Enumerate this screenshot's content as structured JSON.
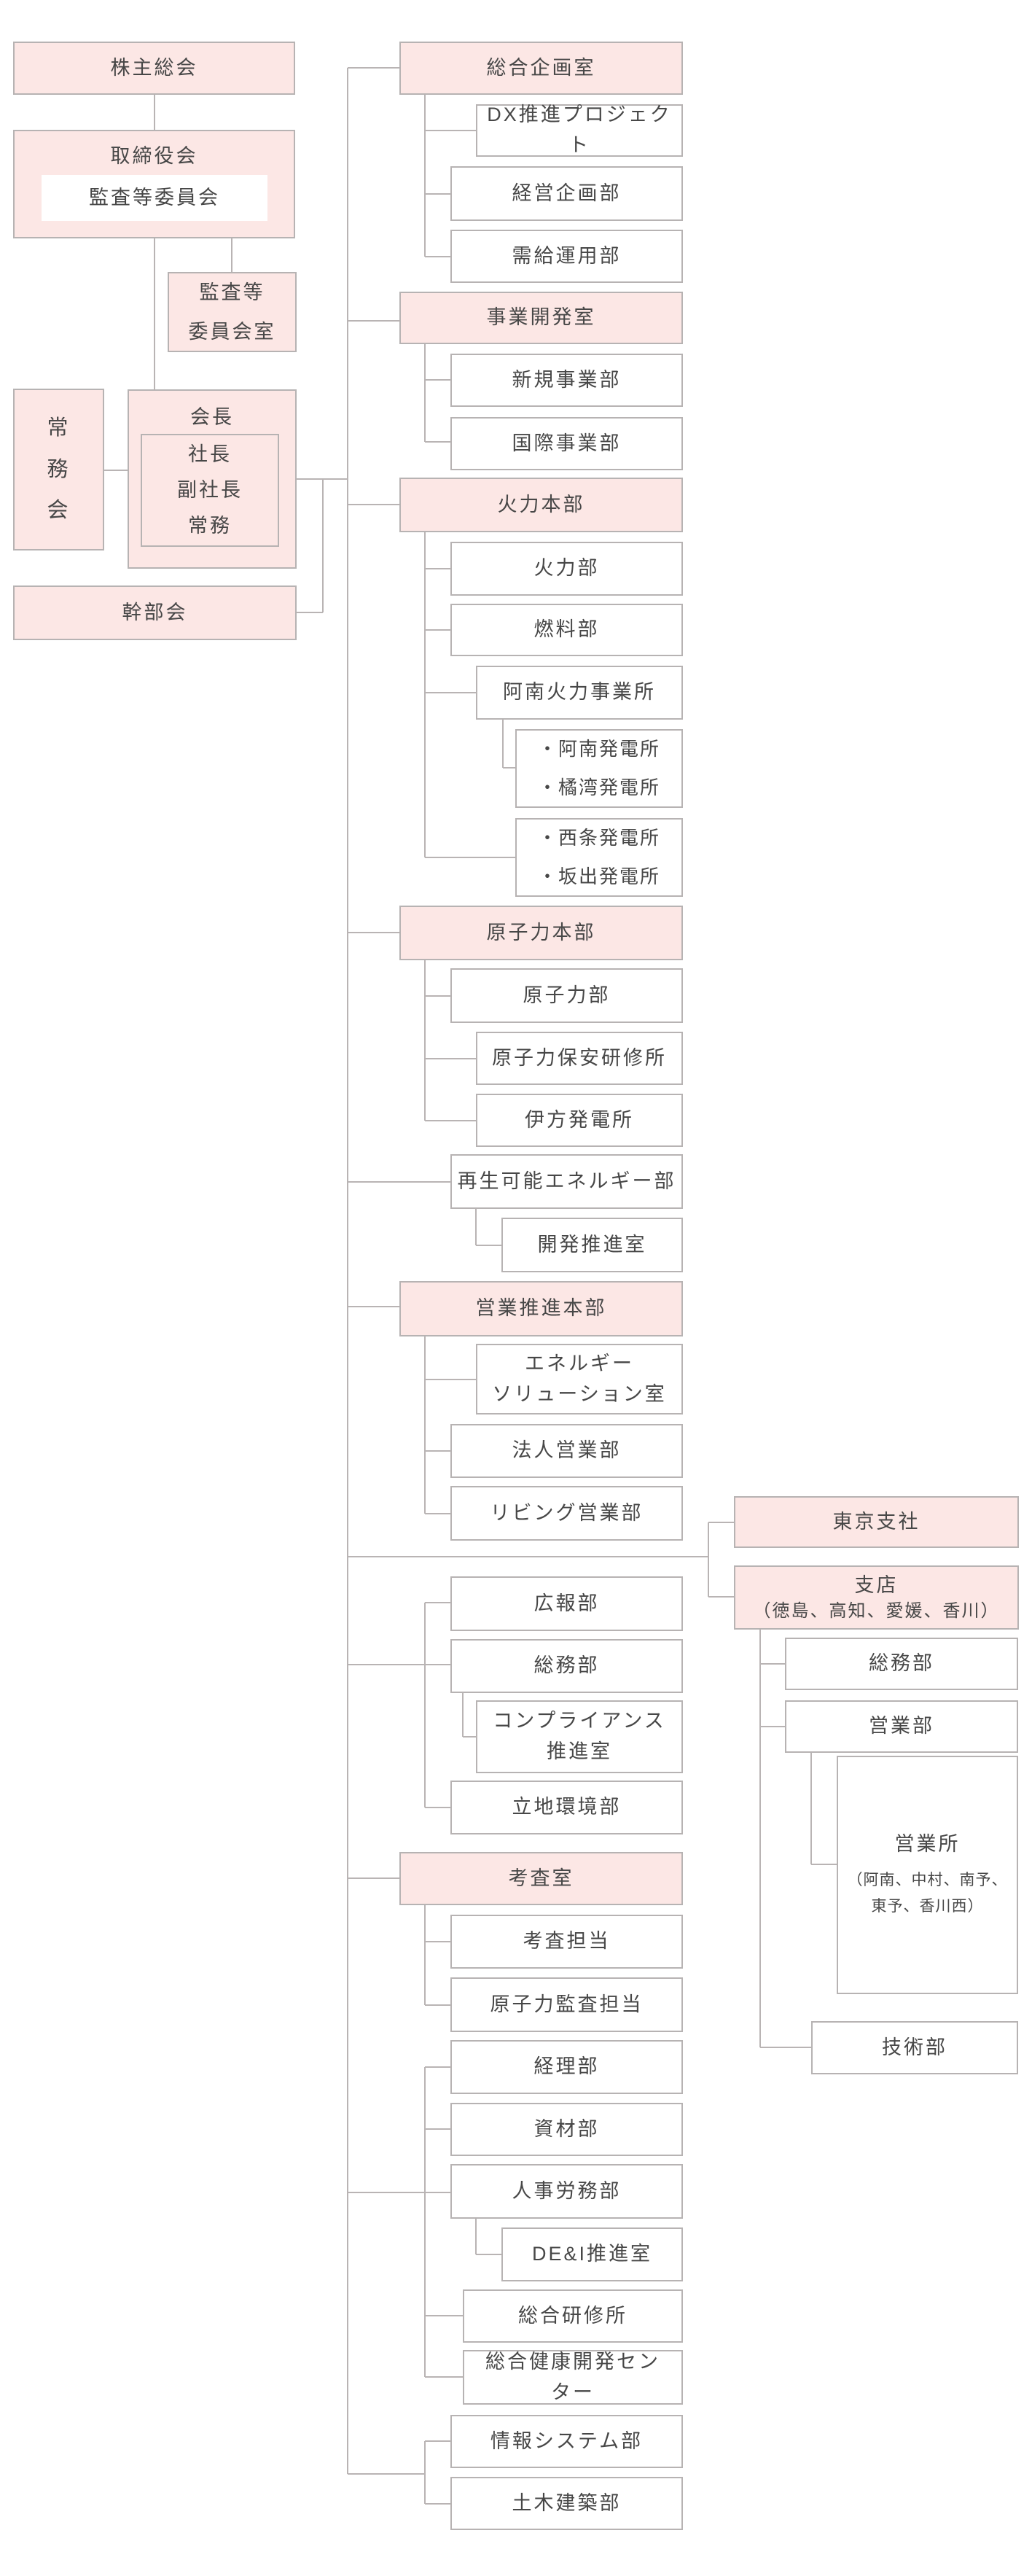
{
  "colors": {
    "box_pink": "#fce7e5",
    "box_white": "#ffffff",
    "border_gray": "#b7b3b3",
    "line_gray": "#b9b4b4",
    "text_gray": "#474747"
  },
  "nodes": {
    "shareholders": {
      "label": "株主総会"
    },
    "board": {
      "label": "取締役会",
      "sub": "監査等委員会"
    },
    "audit_office": {
      "label": "監査等\n委員会室"
    },
    "jomukai": {
      "label": "常\n務\n会"
    },
    "kaicho": {
      "label": "会長",
      "sub": "社長\n副社長\n常務"
    },
    "kanbukai": {
      "label": "幹部会"
    },
    "sogo_kikaku": {
      "label": "総合企画室"
    },
    "dx": {
      "label": "DX推進プロジェクト"
    },
    "keiei_kikaku": {
      "label": "経営企画部"
    },
    "jukyu_unyo": {
      "label": "需給運用部"
    },
    "jigyo_kaihatsu": {
      "label": "事業開発室"
    },
    "shinki_jigyo": {
      "label": "新規事業部"
    },
    "kokusai_jigyo": {
      "label": "国際事業部"
    },
    "karyoku_honbu": {
      "label": "火力本部"
    },
    "karyoku_bu": {
      "label": "火力部"
    },
    "nenryo_bu": {
      "label": "燃料部"
    },
    "anan_karyoku": {
      "label": "阿南火力事業所"
    },
    "anan_tachibana": {
      "label": "・阿南発電所\n・橘湾発電所"
    },
    "saijo_sakaide": {
      "label": "・西条発電所\n・坂出発電所"
    },
    "genshiryoku_honbu": {
      "label": "原子力本部"
    },
    "genshiryoku_bu": {
      "label": "原子力部"
    },
    "hoan_kenshujo": {
      "label": "原子力保安研修所"
    },
    "ikata": {
      "label": "伊方発電所"
    },
    "saisei_energy": {
      "label": "再生可能エネルギー部"
    },
    "kaihatsu_suishin": {
      "label": "開発推進室"
    },
    "eigyo_suishin_honbu": {
      "label": "営業推進本部"
    },
    "energy_solution": {
      "label": "エネルギー\nソリューション室"
    },
    "hojin_eigyo": {
      "label": "法人営業部"
    },
    "living_eigyo": {
      "label": "リビング営業部"
    },
    "koho_bu": {
      "label": "広報部"
    },
    "somu_bu_left": {
      "label": "総務部"
    },
    "compliance": {
      "label": "コンプライアンス\n推進室"
    },
    "ricchi_kankyo": {
      "label": "立地環境部"
    },
    "kosa_shitsu": {
      "label": "考査室"
    },
    "kosa_tanto": {
      "label": "考査担当"
    },
    "genshiryoku_kansa": {
      "label": "原子力監査担当"
    },
    "keiri_bu": {
      "label": "経理部"
    },
    "shizai_bu": {
      "label": "資材部"
    },
    "jinji_romu": {
      "label": "人事労務部"
    },
    "dei": {
      "label": "DE&I推進室"
    },
    "sogo_kenshujo": {
      "label": "総合研修所"
    },
    "sogo_kenko": {
      "label": "総合健康開発セン\nター"
    },
    "joho_system": {
      "label": "情報システム部"
    },
    "doboku_kenchiku": {
      "label": "土木建築部"
    },
    "tokyo_shisha": {
      "label": "東京支社"
    },
    "shiten": {
      "label": "支店",
      "sub": "（徳島、高知、愛媛、香川）"
    },
    "somu_bu_right": {
      "label": "総務部"
    },
    "eigyo_bu": {
      "label": "営業部"
    },
    "eigyo_sho": {
      "label": "営業所",
      "sub": "（阿南、中村、南予、\n東予、香川西）"
    },
    "gijutsu_bu": {
      "label": "技術部"
    }
  }
}
